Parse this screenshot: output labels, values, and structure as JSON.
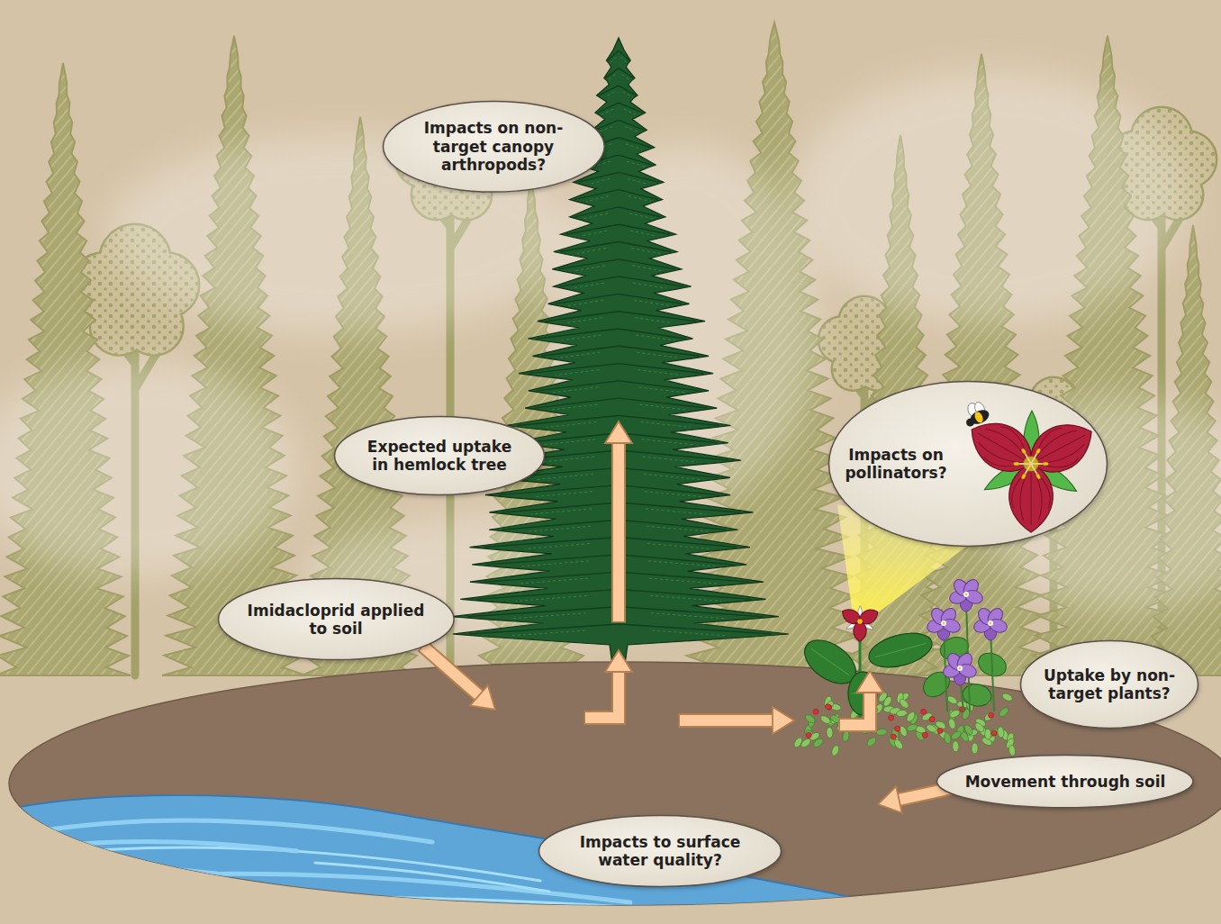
{
  "diagram": {
    "nodes": [
      {
        "text": [
          "Impacts on non-target canopy arthropods?"
        ]
      },
      {
        "text": [
          "Expected uptake in hemlock tree"
        ]
      },
      {
        "text": [
          "Impacts on pollinators?"
        ]
      },
      {
        "text": [
          "Imidacloprid applied to soil"
        ]
      },
      {
        "text": [
          "Uptake by non-target plants?"
        ]
      },
      {
        "text": [
          "Movement through soil"
        ]
      },
      {
        "text": [
          "Impacts to surface water quality?"
        ]
      }
    ]
  }
}
